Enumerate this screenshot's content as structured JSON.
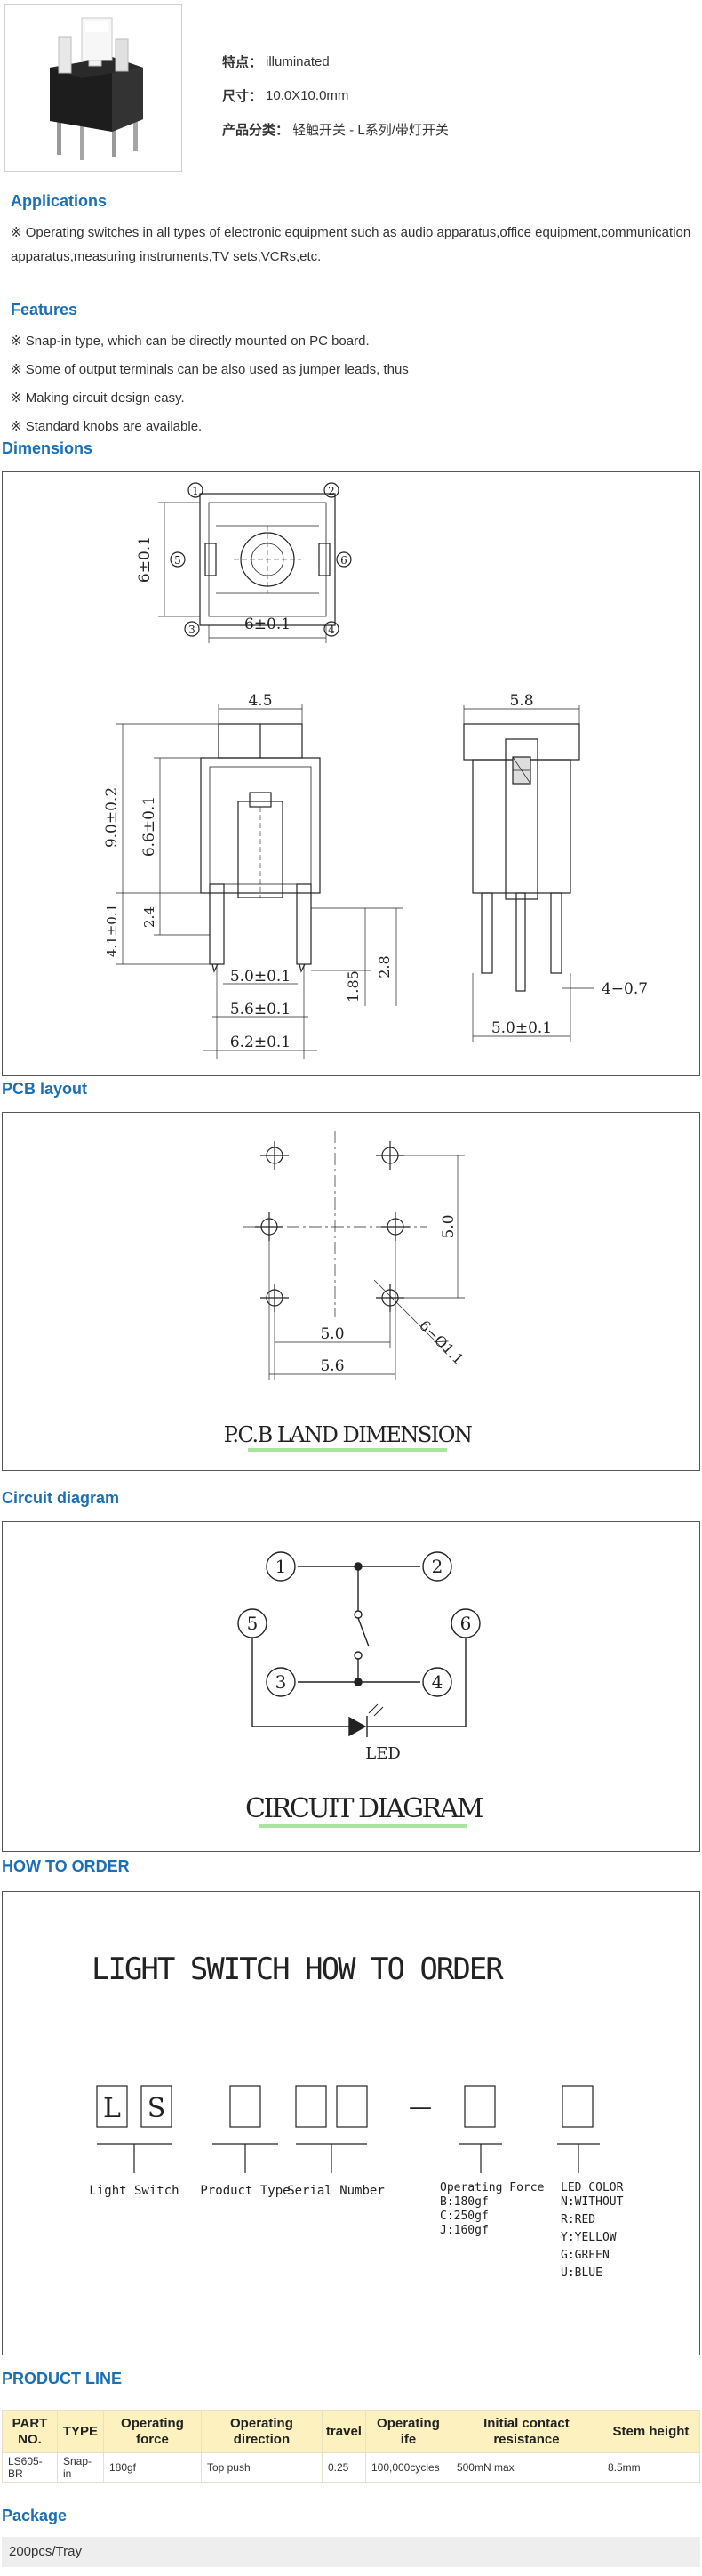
{
  "product": {
    "image_icon": "tact-switch-photo",
    "fields": [
      {
        "label": "特点：",
        "value": "illuminated"
      },
      {
        "label": "尺寸：",
        "value": "10.0X10.0mm"
      },
      {
        "label": "产品分类：",
        "value": "轻触开关 - L系列/带灯开关"
      }
    ]
  },
  "applications": {
    "title": "Applications",
    "text": "※ Operating switches in all types of electronic equipment such as audio apparatus,office equipment,communication apparatus,measuring instruments,TV sets,VCRs,etc."
  },
  "features": {
    "title": "Features",
    "items": [
      "※ Snap-in type, which can be directly mounted on PC board.",
      "※ Some of output terminals can be also used as jumper leads, thus",
      "※ Making circuit design easy.",
      "※ Standard knobs are available."
    ]
  },
  "dimensions": {
    "title": "Dimensions",
    "labels": {
      "top_height": "6±0.1",
      "top_width": "6±0.1",
      "w45": "4.5",
      "w58": "5.8",
      "h90": "9.0±0.2",
      "h66": "6.6±0.1",
      "h24": "2.4",
      "h41": "4.1±0.1",
      "w50": "5.0±0.1",
      "w56": "5.6±0.1",
      "w62": "6.2±0.1",
      "h185": "1.85",
      "h28": "2.8",
      "side_w50": "5.0±0.1",
      "side_pin": "4−0.7",
      "pins": [
        "1",
        "2",
        "3",
        "4",
        "5",
        "6"
      ]
    }
  },
  "pcb": {
    "title": "PCB layout",
    "labels": {
      "v50": "5.0",
      "h50": "5.0",
      "h56": "5.6",
      "hole": "6−Ø1.1",
      "caption": "P.C.B LAND DIMENSION"
    }
  },
  "circuit": {
    "title": "Circuit diagram",
    "nodes": [
      "1",
      "2",
      "3",
      "4",
      "5",
      "6"
    ],
    "led": "LED",
    "caption": "CIRCUIT DIAGRAM"
  },
  "order": {
    "title": "HOW TO ORDER",
    "heading": "LIGHT SWITCH HOW TO ORDER",
    "letters": [
      "L",
      "S"
    ],
    "labels": [
      "Light Switch",
      "Product Type",
      "Serial Number",
      "Operating Force",
      "LED COLOR"
    ],
    "force": [
      "B:180gf",
      "C:250gf",
      "J:160gf"
    ],
    "colors": [
      "N:WITHOUT",
      "R:RED",
      "Y:YELLOW",
      "G:GREEN",
      "U:BLUE"
    ],
    "dash": "—"
  },
  "product_line": {
    "title": "PRODUCT LINE",
    "headers": [
      "PART NO.",
      "TYPE",
      "Operating force",
      "Operating direction",
      "travel",
      "Operating ife",
      "Initial contact resistance",
      "Stem height"
    ],
    "rows": [
      [
        "LS605-BR",
        "Snap-in",
        "180gf",
        "Top push",
        "0.25",
        "100,000cycles",
        "500mN max",
        "8.5mm"
      ]
    ]
  },
  "package": {
    "title": "Package",
    "value": "200pcs/Tray"
  }
}
